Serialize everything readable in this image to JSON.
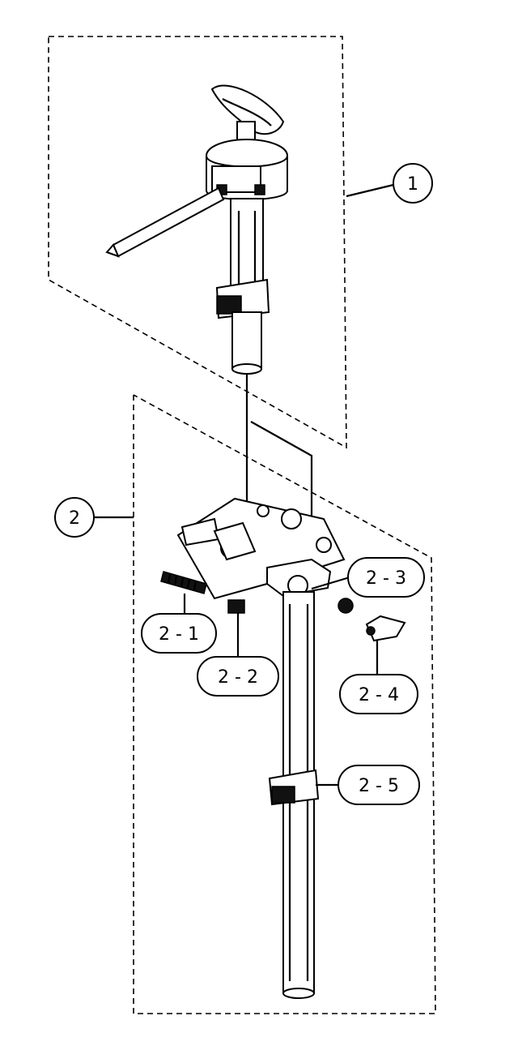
{
  "callouts": {
    "c1": "1",
    "c2": "2",
    "c2_1": "2 - 1",
    "c2_2": "2 - 2",
    "c2_3": "2 - 3",
    "c2_4": "2 - 4",
    "c2_5": "2 - 5"
  },
  "colors": {
    "line": "#000000",
    "background": "#ffffff"
  }
}
